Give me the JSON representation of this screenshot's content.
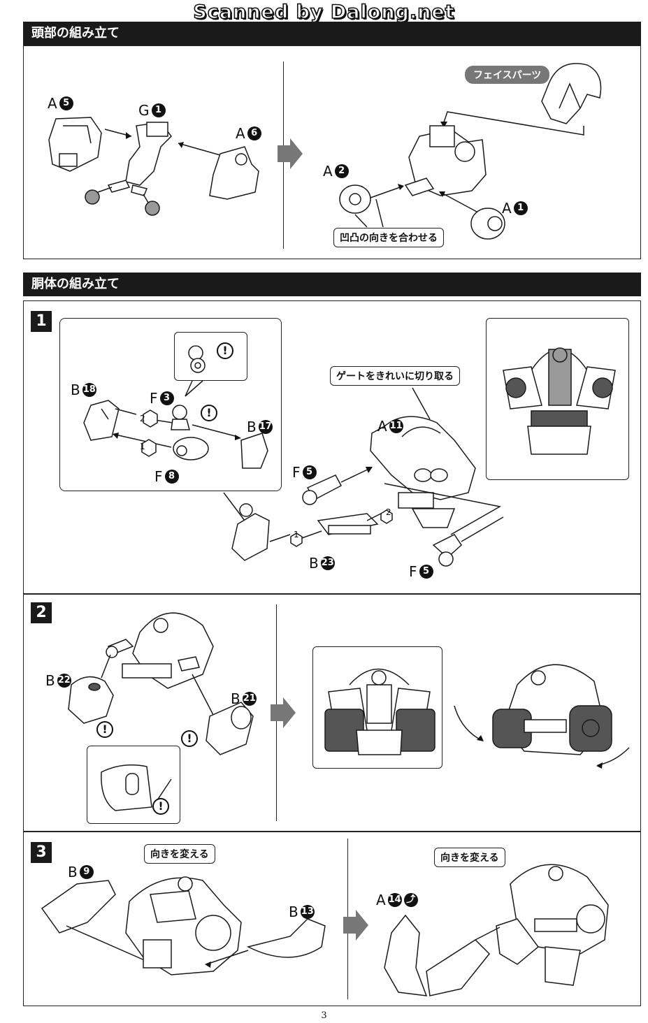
{
  "watermark": "Scanned by Dalong.net",
  "head_section": {
    "title": "頭部の組み立て",
    "parts": [
      {
        "letter": "A",
        "num": "5"
      },
      {
        "letter": "G",
        "num": "1"
      },
      {
        "letter": "A",
        "num": "6"
      },
      {
        "letter": "A",
        "num": "2"
      },
      {
        "letter": "A",
        "num": "1"
      }
    ],
    "face_parts_label": "フェイスパーツ",
    "align_note": "凹凸の向きを合わせる"
  },
  "body_section": {
    "title": "胴体の組み立て",
    "step1": {
      "number": "1",
      "parts": [
        {
          "letter": "B",
          "num": "18"
        },
        {
          "letter": "F",
          "num": "3"
        },
        {
          "letter": "B",
          "num": "17"
        },
        {
          "letter": "F",
          "num": "8"
        },
        {
          "letter": "A",
          "num": "11"
        },
        {
          "letter": "F",
          "num": "5"
        },
        {
          "letter": "B",
          "num": "23"
        },
        {
          "letter": "F",
          "num": "5"
        }
      ],
      "order": [
        "2",
        "1",
        "1",
        "2"
      ],
      "gate_note": "ゲートをきれいに切り取る"
    },
    "step2": {
      "number": "2",
      "parts": [
        {
          "letter": "B",
          "num": "22"
        },
        {
          "letter": "B",
          "num": "21"
        }
      ]
    },
    "step3": {
      "number": "3",
      "parts": [
        {
          "letter": "B",
          "num": "9"
        },
        {
          "letter": "B",
          "num": "13"
        },
        {
          "letter": "A",
          "num": "14"
        }
      ],
      "turn_note": "向きを変える",
      "turn_note_2": "向きを変える"
    }
  },
  "page_number": "3"
}
